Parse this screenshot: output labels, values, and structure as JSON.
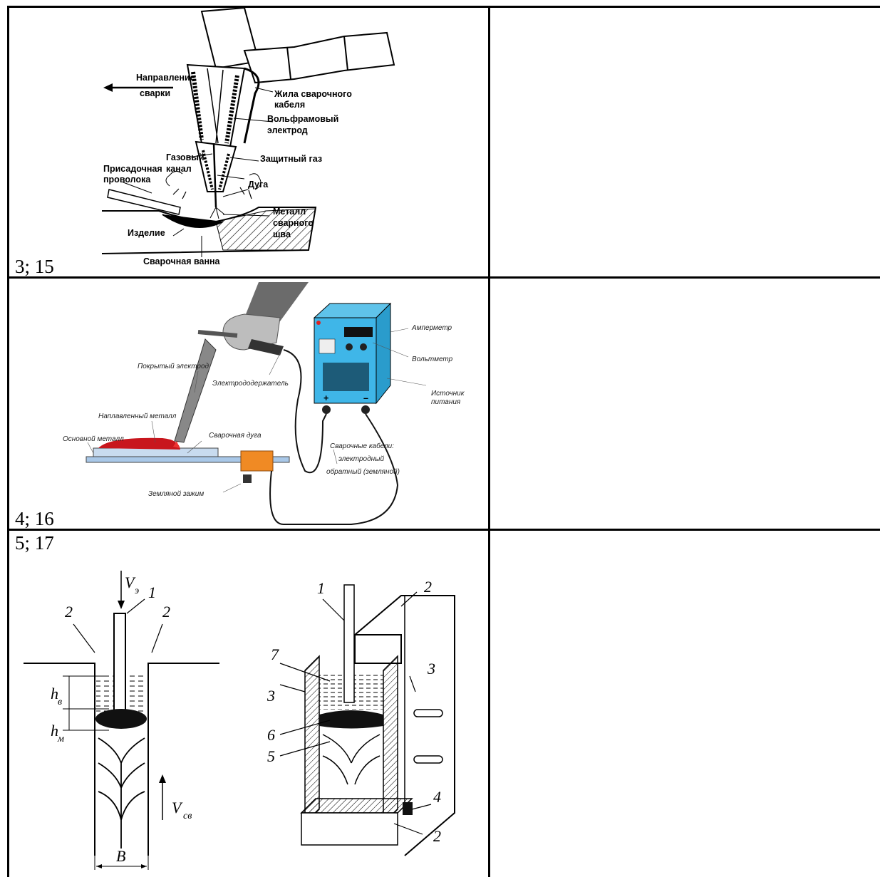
{
  "rows": [
    {
      "caption": "3; 15",
      "labels": {
        "direction": [
          "Направление",
          "сварки"
        ],
        "cable": [
          "Жила сварочного",
          "кабеля"
        ],
        "electrode": [
          "Вольфрамовый",
          "электрод"
        ],
        "gas_channel": [
          "Газовый",
          "канал"
        ],
        "shield_gas": "Защитный газ",
        "filler": [
          "Присадочная",
          "проволока"
        ],
        "arc": "Дуга",
        "weld_metal": [
          "Металл",
          "сварного",
          "шва"
        ],
        "workpiece": "Изделие",
        "pool": "Сварочная ванна"
      }
    },
    {
      "caption": "4; 16",
      "labels": {
        "ammeter": "Амперметр",
        "voltmeter": "Вольтметр",
        "power_source": [
          "Источник",
          "питания"
        ],
        "coated_electrode": "Покрытый электрод",
        "holder": "Электрододержатель",
        "deposited": "Наплавленный металл",
        "base_metal": "Основной металл",
        "arc": "Сварочная дуга",
        "cables": [
          "Сварочные кабели:",
          "электродный",
          "обратный (земляной)"
        ],
        "ground_clamp": "Земляной зажим",
        "plus": "+",
        "minus": "–"
      }
    },
    {
      "caption": "5; 17",
      "left_labels": {
        "v_e": "V",
        "v_e_sub": "э",
        "n1": "1",
        "n2a": "2",
        "n2b": "2",
        "h_v": "h",
        "h_v_sub": "в",
        "h_m": "h",
        "h_m_sub": "м",
        "v_sv": "V",
        "v_sv_sub": "св",
        "b": "B"
      },
      "right_labels": [
        "1",
        "2",
        "3",
        "3",
        "7",
        "6",
        "5",
        "4",
        "2"
      ]
    }
  ]
}
